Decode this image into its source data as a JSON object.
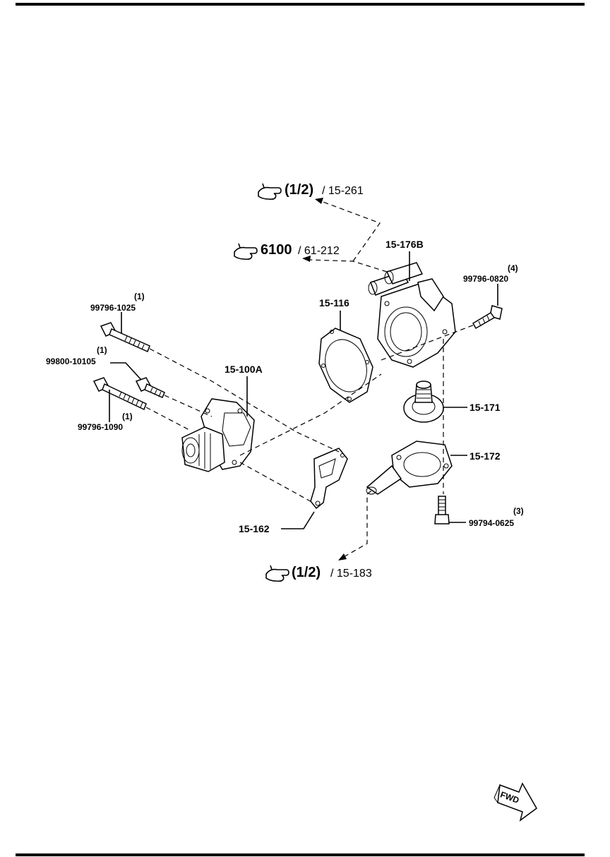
{
  "references": [
    {
      "id": "ref-top",
      "section": "(1/2)",
      "page": "/ 15-261"
    },
    {
      "id": "ref-mid",
      "section": "6100",
      "page": "/ 61-212"
    },
    {
      "id": "ref-bottom",
      "section": "(1/2)",
      "page": "/ 15-183"
    }
  ],
  "parts": {
    "p15_176b": "15-176B",
    "p15_116": "15-116",
    "p15_100a": "15-100A",
    "p15_171": "15-171",
    "p15_172": "15-172",
    "p15_162": "15-162"
  },
  "fasteners": [
    {
      "id": "bolt-1025",
      "number": "99796-1025",
      "qty": "(1)"
    },
    {
      "id": "bolt-10105",
      "number": "99800-10105",
      "qty": "(1)"
    },
    {
      "id": "bolt-1090",
      "number": "99796-1090",
      "qty": "(1)"
    },
    {
      "id": "bolt-0820",
      "number": "99796-0820",
      "qty": "(4)"
    },
    {
      "id": "bolt-0625",
      "number": "99794-0625",
      "qty": "(3)"
    }
  ],
  "fwd": "FWD"
}
